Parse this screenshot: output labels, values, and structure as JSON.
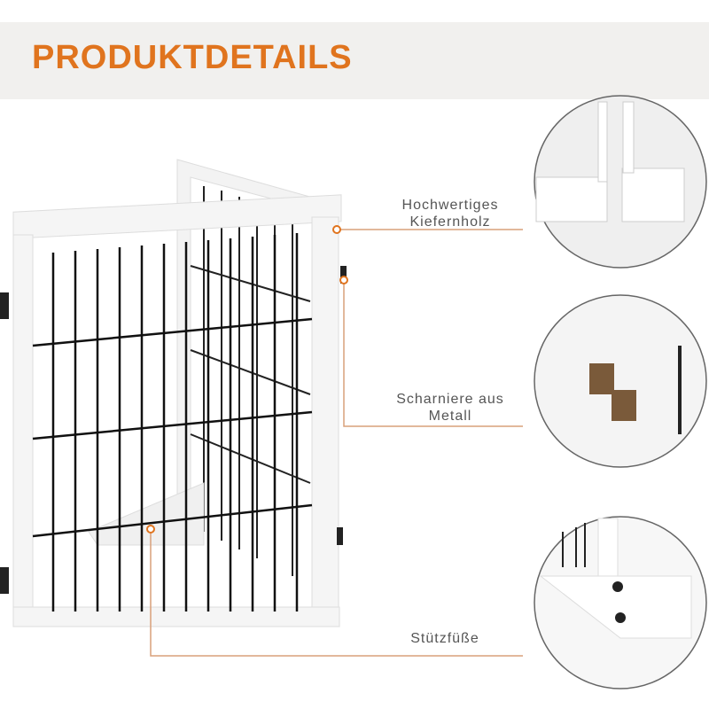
{
  "header": {
    "title": "PRODUKTDETAILS"
  },
  "callouts": [
    {
      "line1": "Hochwertiges",
      "line2": "Kiefernholz"
    },
    {
      "line1": "Scharniere aus",
      "line2": "Metall"
    },
    {
      "line1": "Stützfüße"
    }
  ],
  "colors": {
    "accent": "#e0741e",
    "line": "#d9a07a",
    "frame": "#f4f4f4",
    "wire": "#1a1a1a"
  }
}
